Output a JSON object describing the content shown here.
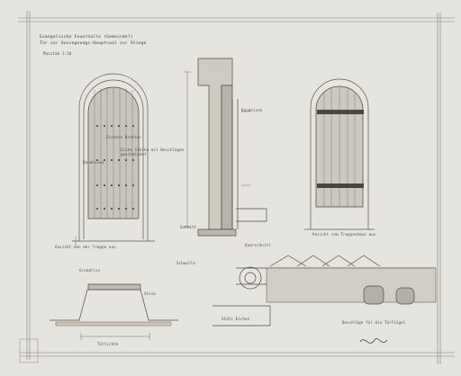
{
  "title": {
    "line1": "Evangelische Feuerhalle (Gemeinde?)",
    "line2": "Tür vor Aussegnungs-Hauptsaal zur Stiege",
    "scale": "Masstab 1:10"
  },
  "notes": {
    "n1": "Eichene Bretter",
    "n2": "Eiche Stärke mit Beschlägen",
    "n3": "geschmiedet",
    "n4": "Bandeisen"
  },
  "labels": {
    "view_left": "Ansicht von der Treppe aus",
    "section_note": "Schnitt",
    "threshold_note": "Schwelle",
    "wall_note": "Bandeisen",
    "cross": "Querschnitt",
    "view_right": "Ansicht vom Treppenhaus aus",
    "plan": "Grundriss",
    "plan_note": "Stein",
    "plan_dim": "Türlichte",
    "detail_left": "Stütz Eichen",
    "detail_right": "Beschläge für die Türflügel"
  },
  "signature": {
    "line1": "",
    "line2": ""
  },
  "archive": {
    "number": "",
    "code": ""
  }
}
